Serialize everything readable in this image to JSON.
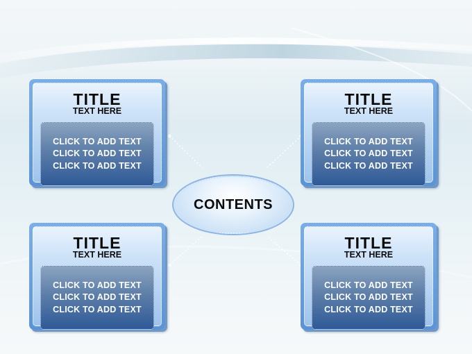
{
  "center_label": "CONTENTS",
  "cards": [
    {
      "title": "TITLE",
      "subtitle": "TEXT HERE",
      "lines": [
        "CLICK TO ADD TEXT",
        "CLICK TO ADD TEXT",
        "CLICK TO ADD TEXT"
      ]
    },
    {
      "title": "TITLE",
      "subtitle": "TEXT HERE",
      "lines": [
        "CLICK TO ADD TEXT",
        "CLICK TO ADD TEXT",
        "CLICK TO ADD TEXT"
      ]
    },
    {
      "title": "TITLE",
      "subtitle": "TEXT HERE",
      "lines": [
        "CLICK TO ADD TEXT",
        "CLICK TO ADD TEXT",
        "CLICK TO ADD TEXT"
      ]
    },
    {
      "title": "TITLE",
      "subtitle": "TEXT HERE",
      "lines": [
        "CLICK TO ADD TEXT",
        "CLICK TO ADD TEXT",
        "CLICK TO ADD TEXT"
      ]
    }
  ]
}
